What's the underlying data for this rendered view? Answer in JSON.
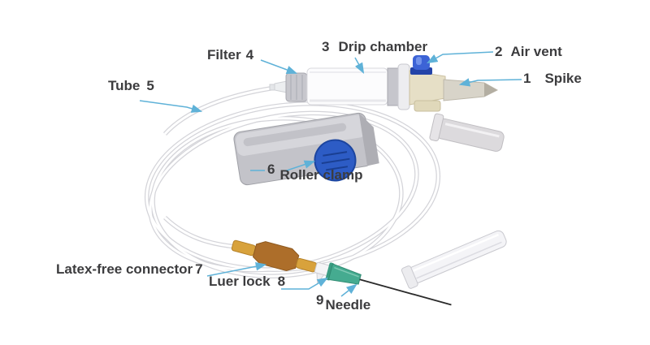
{
  "figure": {
    "description": "Labeled diagram of a disposable IV infusion set",
    "background": "#ffffff"
  },
  "colors": {
    "leader_blue": "#5fb2d8",
    "label_text": "#3c3c3e",
    "air_vent_blue": "#3c63d6",
    "air_vent_base_blue": "#2343a8",
    "roller_wheel_blue": "#2d5cc5",
    "connector_amber_dark": "#ad6e2a",
    "connector_amber_light": "#d8a23c",
    "needle_hub_green": "#45ab90",
    "clamp_gray": "#c3c3c9",
    "drip_chamber_white": "#fcfcfd",
    "spike_holder_beige": "#e6dfc6"
  },
  "labels": {
    "spike": {
      "number": "1",
      "text": "Spike"
    },
    "air_vent": {
      "number": "2",
      "text": "Air vent"
    },
    "drip_chamber": {
      "number": "3",
      "text": "Drip chamber"
    },
    "filter": {
      "number": "4",
      "text": "Filter"
    },
    "tube": {
      "number": "5",
      "text": "Tube"
    },
    "roller_clamp": {
      "number": "6",
      "text": "Roller clamp"
    },
    "latex_free_connector": {
      "number": "7",
      "text": "Latex-free connector"
    },
    "luer_lock": {
      "number": "8",
      "text": "Luer lock"
    },
    "needle": {
      "number": "9",
      "text": "Needle"
    }
  }
}
